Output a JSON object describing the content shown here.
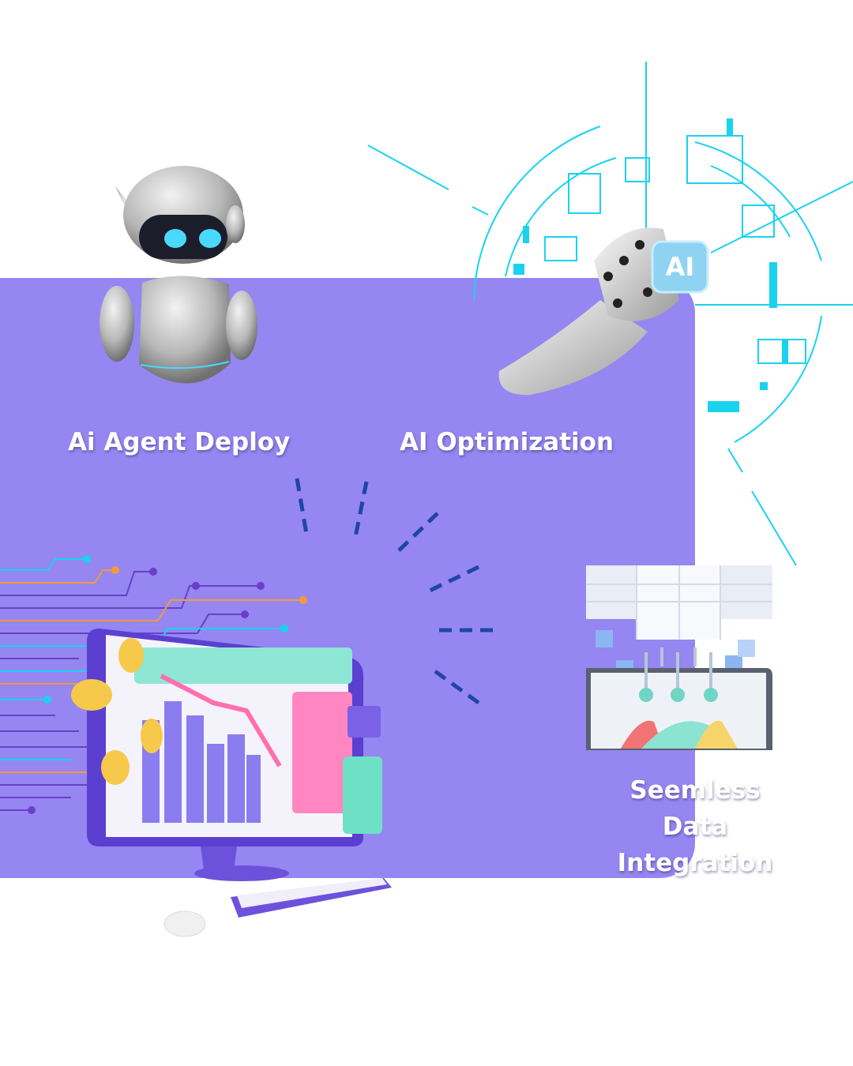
{
  "labels": {
    "agent": "Ai Agent Deploy",
    "optimization": "AI Optimization",
    "data_line1": "Seemless Data",
    "data_line2": "Integration"
  },
  "ai_chip_text": "AI",
  "colors": {
    "card": "#9586f2",
    "tech_lines": "#19d3ee",
    "burst": "#1f45a8",
    "label_text": "#ffffff"
  },
  "icons": [
    "robot-icon",
    "robot-hand-ai-icon",
    "analytics-monitor-icon",
    "data-integration-icon"
  ]
}
